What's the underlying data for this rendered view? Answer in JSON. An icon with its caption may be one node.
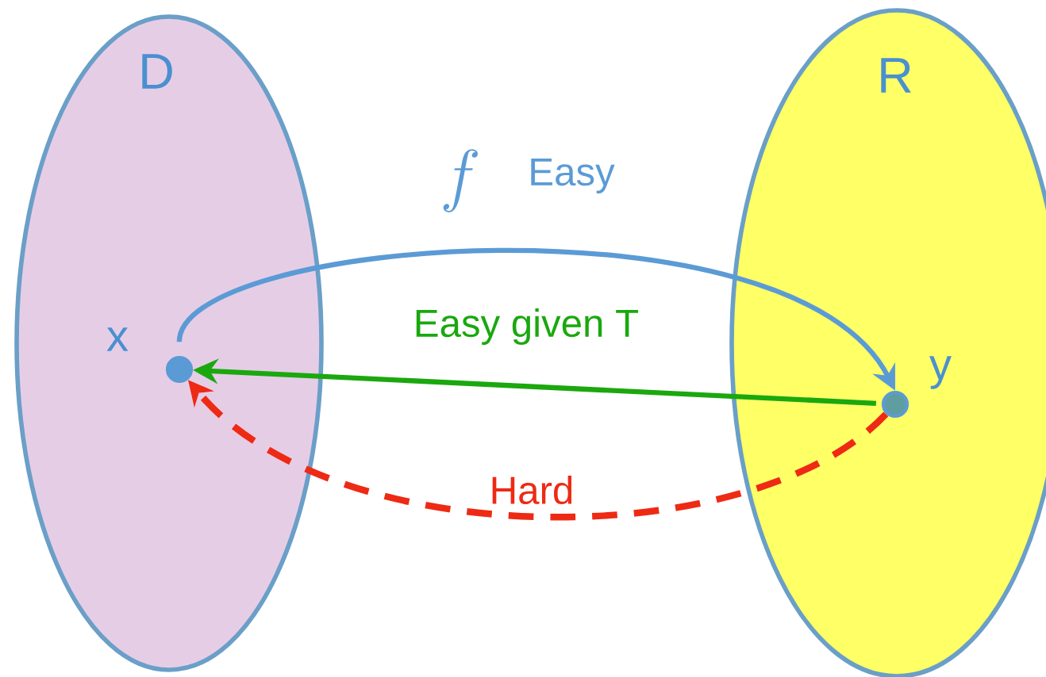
{
  "diagram": {
    "nodes": [
      {
        "text": [
          "D"
        ]
      },
      {
        "text": [
          "R"
        ]
      },
      {
        "text": [],
        "shape": "circle",
        "in": 0,
        "beside": [
          "x"
        ]
      },
      {
        "text": [],
        "shape": "circle",
        "in": 1,
        "beside": [
          "y"
        ]
      }
    ],
    "edges": [
      {
        "from": 2,
        "to": 3,
        "arrow": "to",
        "label": "Easy"
      },
      {
        "from": 3,
        "to": 2,
        "arrow": "to",
        "label": "Easy given T",
        "color": "#1aa80e"
      },
      {
        "from": 3,
        "to": 2,
        "arrow": "to",
        "label": "Hard",
        "style": "dashed",
        "color": "#ee2a14"
      }
    ],
    "labels": [
      "f"
    ]
  }
}
